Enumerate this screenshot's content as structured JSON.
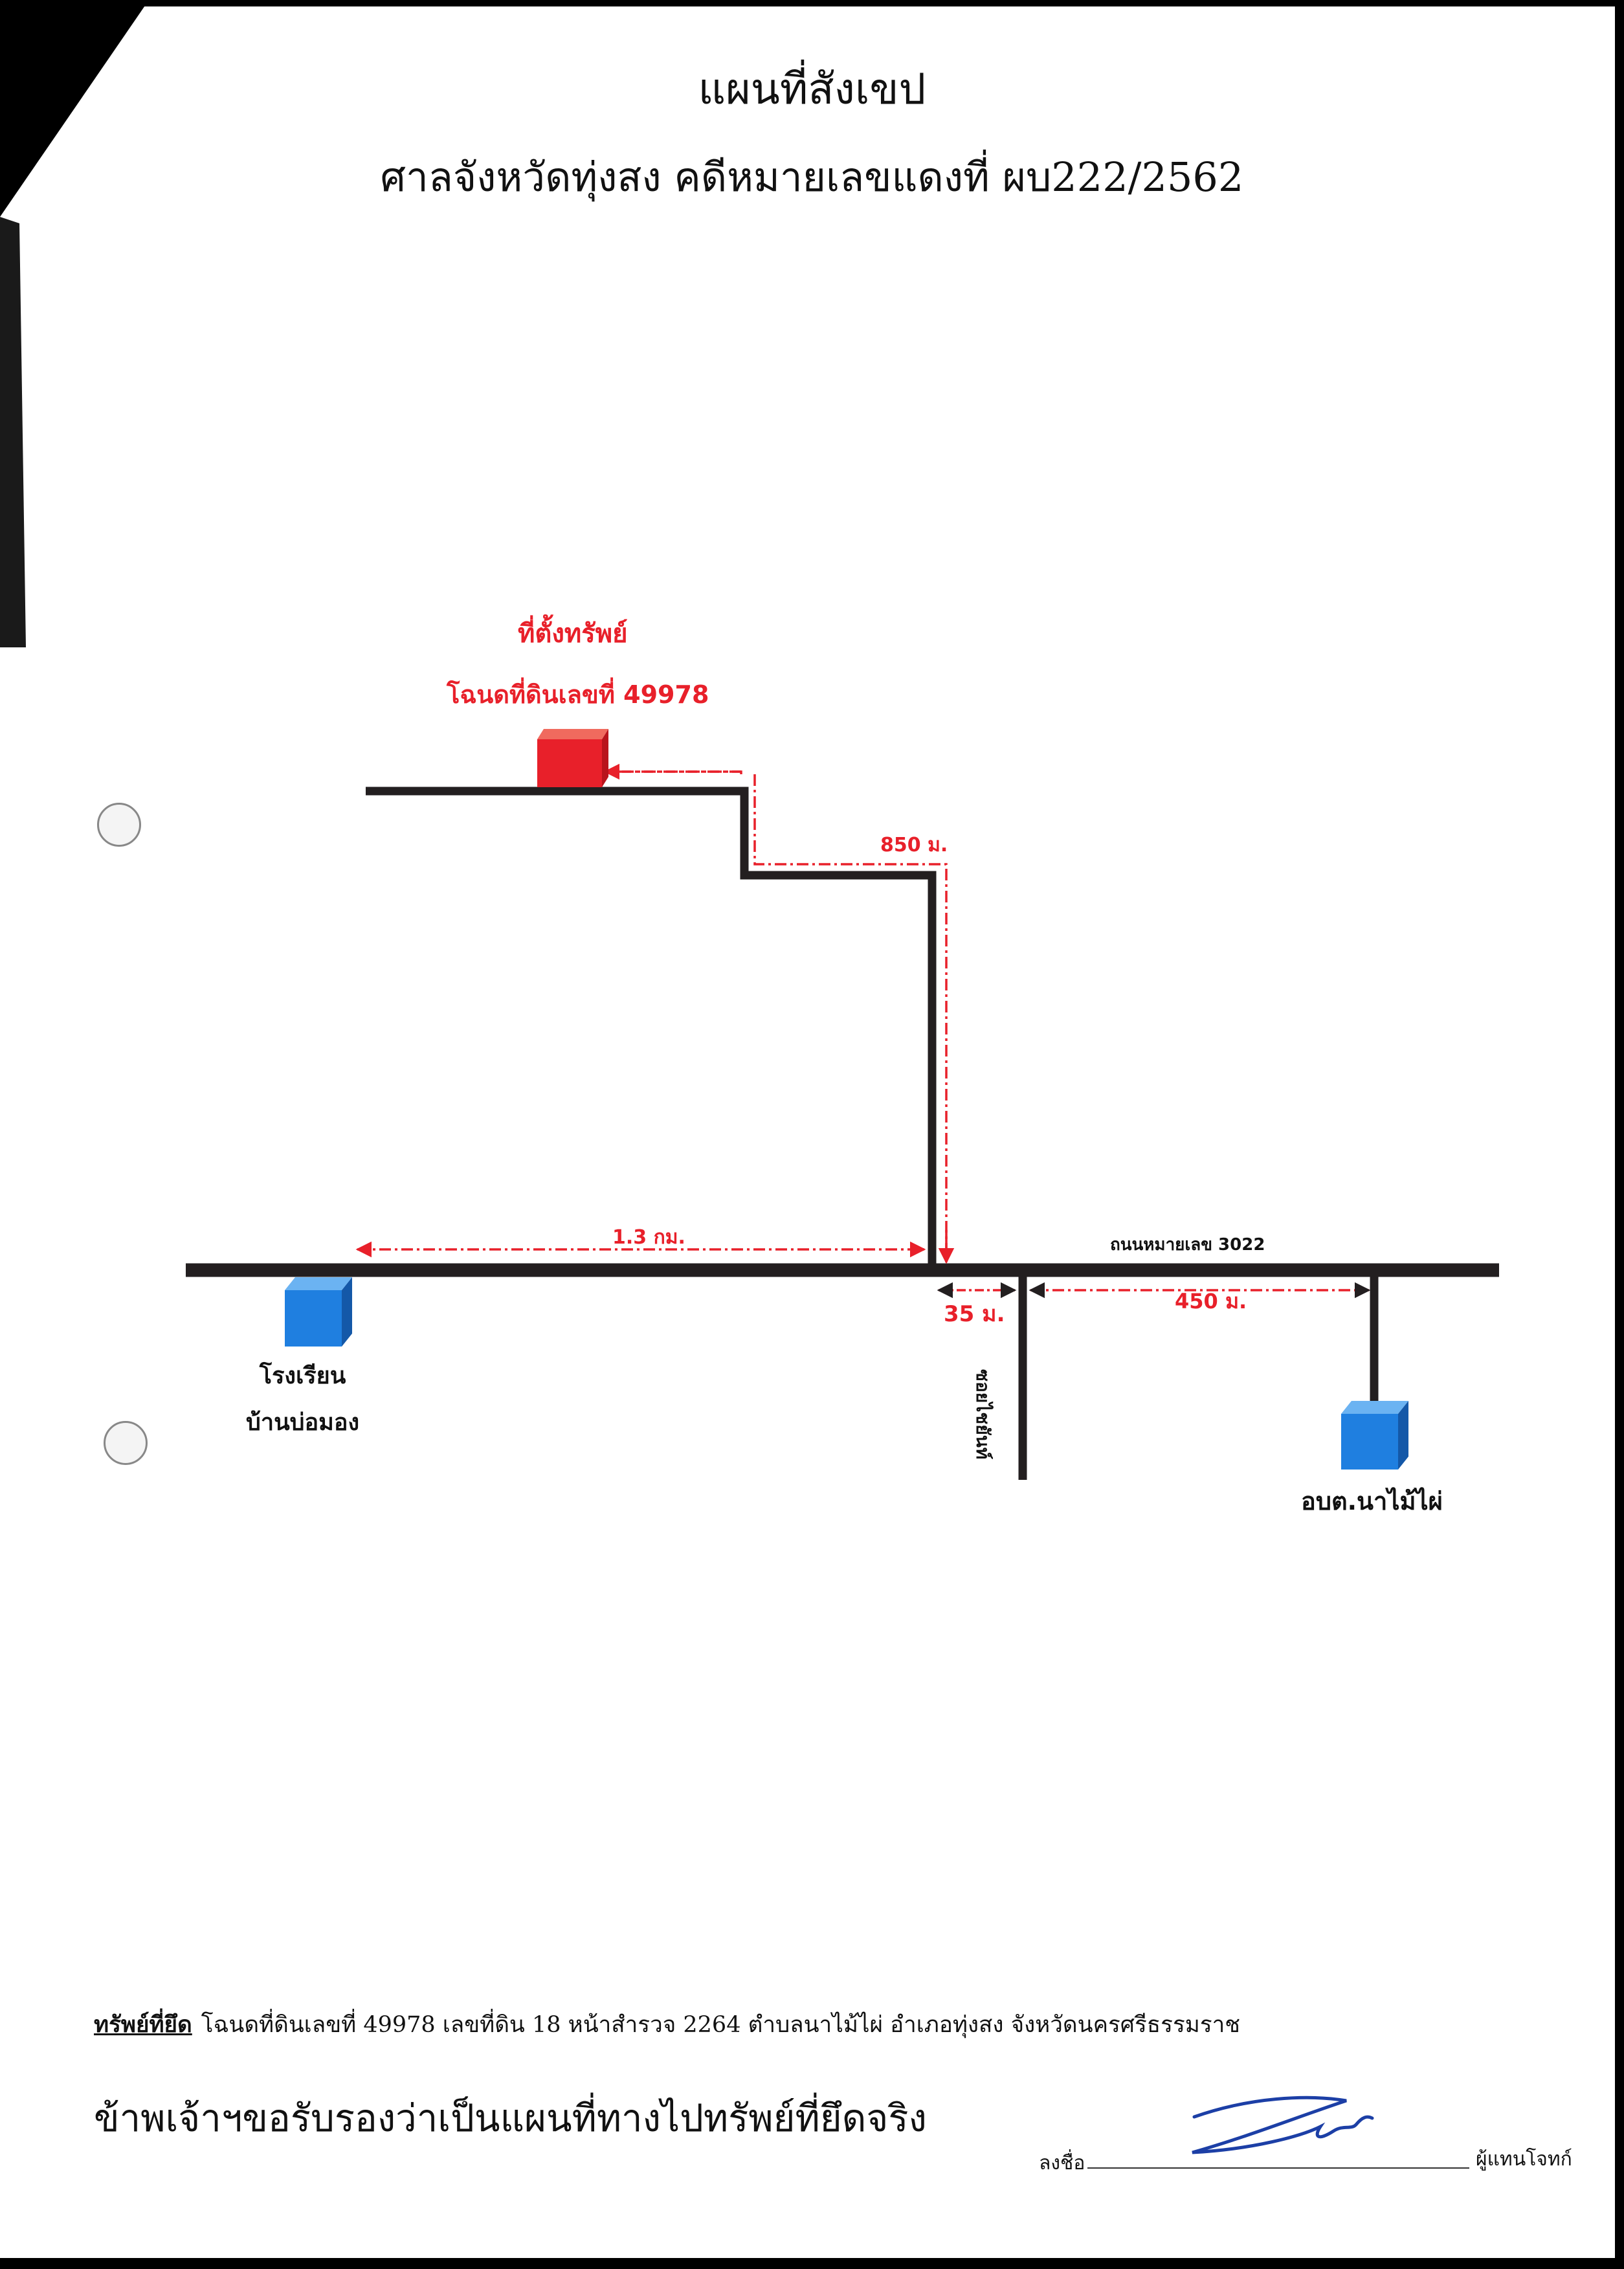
{
  "title": "แผนที่สังเขป",
  "subtitle": "ศาลจังหวัดทุ่งสง คดีหมายเลขแดงที่ ผบ222/2562",
  "property": {
    "heading": "ที่ตั้งทรัพย์",
    "deed": "โฉนดที่ดินเลขที่ 49978"
  },
  "distances": {
    "d850": "850 ม.",
    "d13": "1.3 กม.",
    "d35": "35 ม.",
    "d450": "450 ม."
  },
  "roads": {
    "main": "ถนนหมายเลข 3022",
    "soi": "ซอยไชยันท์"
  },
  "landmarks": {
    "school_line1": "โรงเรียน",
    "school_line2": "บ้านบ่อมอง",
    "tao": "อบต.นาไม้ไผ่"
  },
  "colors": {
    "property": "#e8202a",
    "landmark": "#1f7fe0",
    "road": "#231f20"
  },
  "footer": {
    "seized_heading": "ทรัพย์ที่ยึด",
    "seized_text": "โฉนดที่ดินเลขที่ 49978 เลขที่ดิน 18 หน้าสำรวจ 2264 ตำบลนาไม้ไผ่ อำเภอทุ่งสง จังหวัดนครศรีธรรมราช",
    "certify": "ข้าพเจ้าฯขอรับรองว่าเป็นแผนที่ทางไปทรัพย์ที่ยึดจริง",
    "sign_label": "ลงชื่อ",
    "representative": "ผู้แทนโจทก์"
  }
}
